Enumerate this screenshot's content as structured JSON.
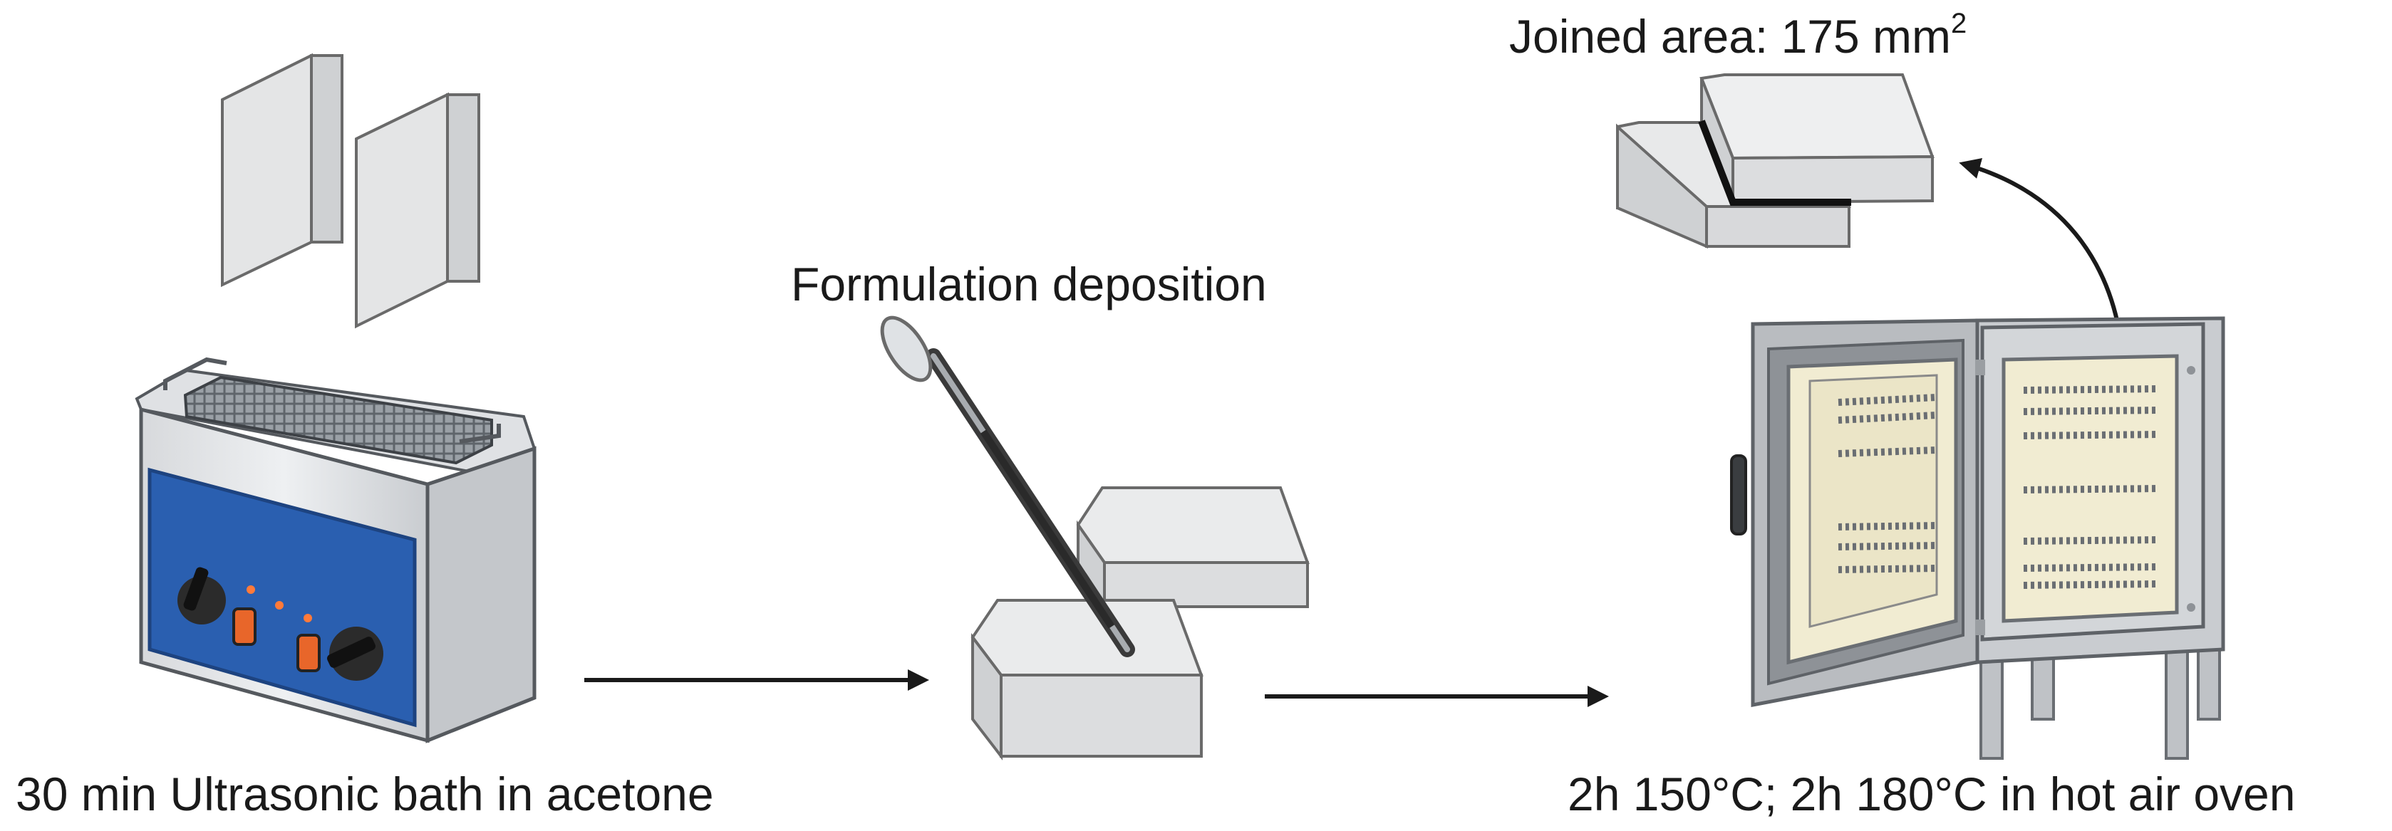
{
  "labels": {
    "ultrasonic_bath": "30 min Ultrasonic bath in acetone",
    "formulation": "Formulation deposition",
    "oven": "2h 150°C; 2h 180°C in hot air oven",
    "joined_area_prefix": "Joined area: 175 mm",
    "joined_area_superscript": "2"
  },
  "colors": {
    "block_face": "#e4e5e6",
    "block_outline": "#6a6a6a",
    "bath_panel": "#2a5fb0",
    "knob_indicator": "#e8662a",
    "oven_door_frame": "#b9bcc0",
    "oven_insulation": "#f1ecd2",
    "arrow": "#1a1a1a"
  },
  "icons": [
    "metal-block-icon",
    "ultrasonic-bath-icon",
    "pipette-icon",
    "hot-air-oven-icon",
    "arrow-right-icon",
    "curved-arrow-icon"
  ]
}
